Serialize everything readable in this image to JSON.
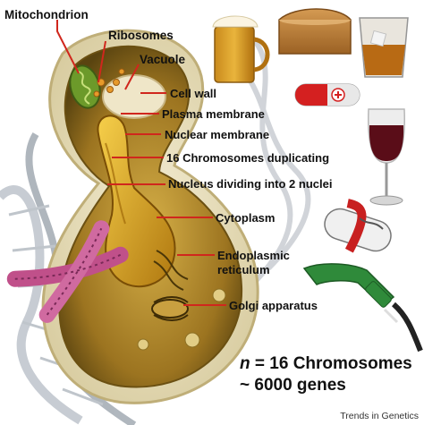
{
  "labels": {
    "mitochondrion": "Mitochondrion",
    "ribosomes": "Ribosomes",
    "vacuole": "Vacuole",
    "cell_wall": "Cell wall",
    "plasma_membrane": "Plasma membrane",
    "nuclear_membrane": "Nuclear membrane",
    "chromosomes_duplicating": "16 Chromosomes duplicating",
    "nucleus_dividing": "Nucleus dividing into 2 nuclei",
    "cytoplasm": "Cytoplasm",
    "endoplasmic_1": "Endoplasmic",
    "endoplasmic_2": "reticulum",
    "golgi": "Golgi apparatus"
  },
  "summary": {
    "n": "n",
    "eq": " = 16 ",
    "chromosomes": "Chromosomes",
    "genes": "~ 6000 genes"
  },
  "credit": "Trends in Genetics",
  "colors": {
    "leader_line": "#d0271d",
    "cell_wall": "#e8ddb8",
    "cytoplasm": "#b8902a",
    "nucleus": "#d8a520",
    "chromosome": "#c0508a"
  },
  "icons": [
    "beer-icon",
    "bread-icon",
    "whisky-icon",
    "capsule-icon",
    "wine-icon",
    "fuel-nozzle-icon",
    "dna-helix-icon"
  ]
}
